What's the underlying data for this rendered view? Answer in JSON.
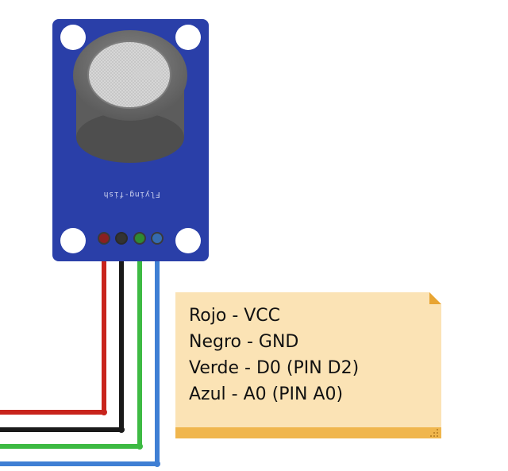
{
  "sensor": {
    "board_label": "Flying-fish",
    "board_color": "#2a3fa8",
    "cap_color": "#6e6e6e"
  },
  "wires": [
    {
      "color_name": "red",
      "hex": "#c8241c"
    },
    {
      "color_name": "black",
      "hex": "#1a1a1a"
    },
    {
      "color_name": "green",
      "hex": "#3dba43"
    },
    {
      "color_name": "blue",
      "hex": "#3f7fd4"
    }
  ],
  "note": {
    "background": "#fbe3b5",
    "bottom_bar": "#f0b64d",
    "lines": [
      "Rojo - VCC",
      "Negro - GND",
      "Verde - D0 (PIN D2)",
      "Azul - A0 (PIN A0)"
    ]
  }
}
